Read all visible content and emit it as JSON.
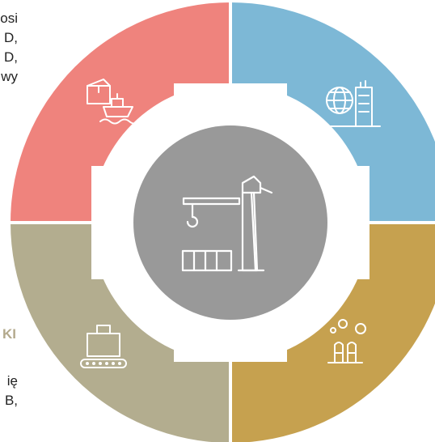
{
  "left_text": {
    "top_lines": [
      "osi",
      "D,",
      "D,",
      "wy"
    ],
    "heading": "KI",
    "bottom_lines": [
      "ię",
      "B,"
    ]
  },
  "quadrants": [
    {
      "id": "top-left",
      "color": "#ef837d",
      "icon": "trade-shipping-icon"
    },
    {
      "id": "top-right",
      "color": "#7db8d6",
      "icon": "global-business-icon"
    },
    {
      "id": "bottom-right",
      "color": "#c6a14f",
      "icon": "industry-icon"
    },
    {
      "id": "bottom-left",
      "color": "#b3ad8f",
      "icon": "baggage-conveyor-icon"
    }
  ],
  "center": {
    "color": "#999999",
    "icon": "port-crane-icon"
  }
}
